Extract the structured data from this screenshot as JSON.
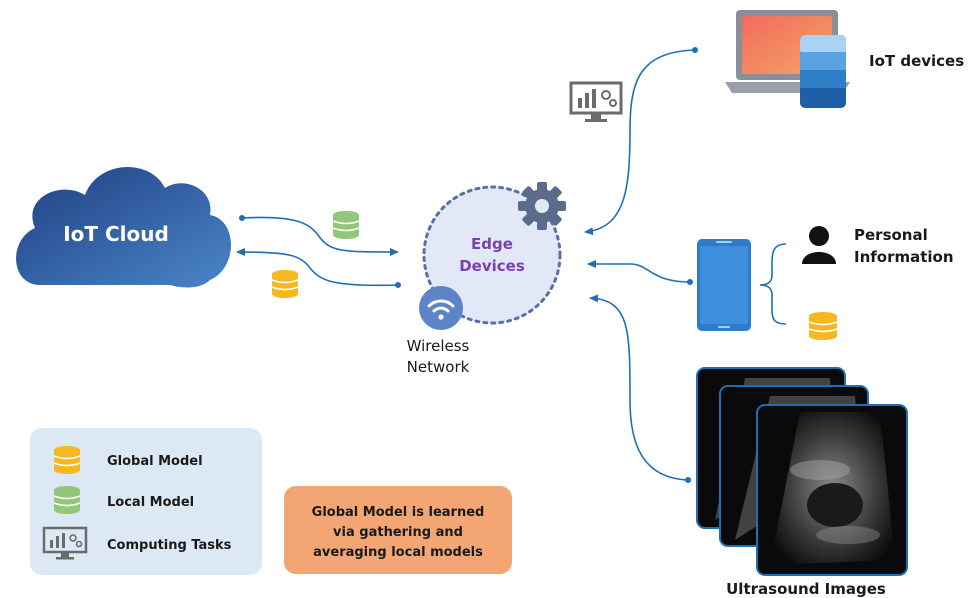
{
  "cloud": {
    "label": "IoT Cloud"
  },
  "edge": {
    "line1": "Edge",
    "line2": "Devices"
  },
  "wireless": {
    "line1": "Wireless",
    "line2": "Network"
  },
  "iot_devices": {
    "label": "IoT devices"
  },
  "personal": {
    "line1": "Personal",
    "line2": "Information"
  },
  "ultrasound": {
    "label": "Ultrasound Images"
  },
  "legend": {
    "items": [
      {
        "label": "Global Model",
        "icon": "database-icon",
        "color": "#f5b820"
      },
      {
        "label": "Local Model",
        "icon": "database-icon",
        "color": "#92c77a"
      },
      {
        "label": "Computing Tasks",
        "icon": "monitor-chart-icon",
        "color": "#6b6b6b"
      }
    ]
  },
  "note": {
    "line1": "Global Model is learned",
    "line2": "via gathering and",
    "line3": "averaging local models"
  },
  "colors": {
    "arrow": "#1f6fb5",
    "cloud": "#2f5fa8",
    "edge_text": "#7b3fb0",
    "edge_circle": "#e3e8f7",
    "edge_border": "#5a6fa8",
    "gear": "#5a6b8c",
    "legend_bg": "#dde8f5",
    "note_bg": "#f4a574",
    "global_model": "#f5b820",
    "local_model": "#92c77a"
  }
}
